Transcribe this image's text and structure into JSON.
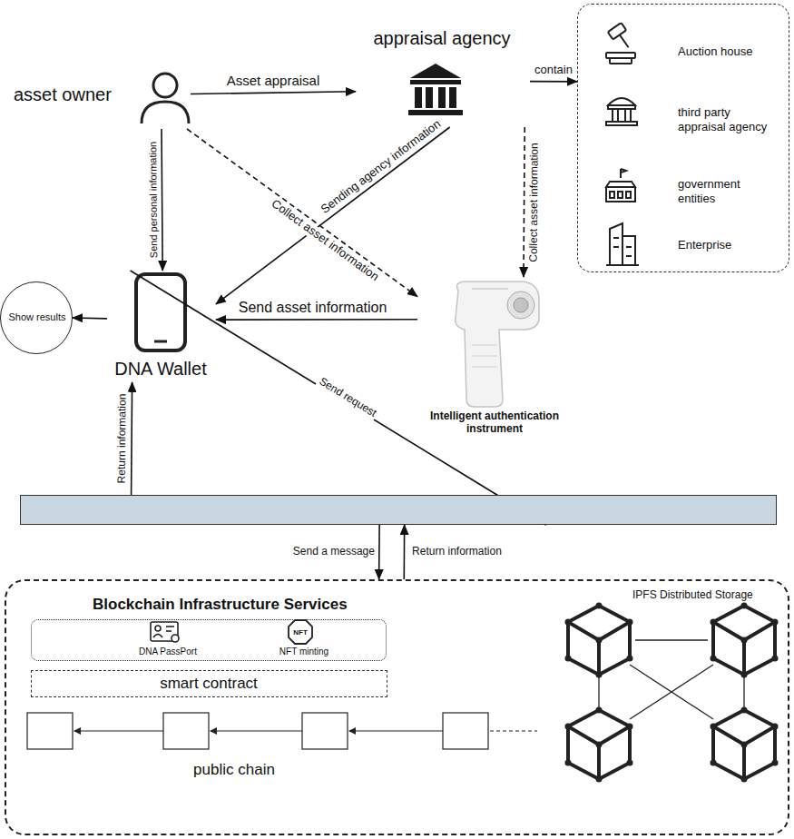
{
  "diagram": {
    "nodes": [
      {
        "text": [
          "asset owner"
        ]
      },
      {
        "text": [
          "appraisal agency"
        ]
      },
      {
        "text": []
      },
      {
        "text": [
          "Auction house"
        ],
        "in": 2
      },
      {
        "text": [
          "third party appraisal agency"
        ],
        "in": 2
      },
      {
        "text": [
          "government entities"
        ],
        "in": 2
      },
      {
        "text": [
          "Enterprise"
        ],
        "in": 2
      },
      {
        "text": [
          "DNA Wallet"
        ]
      },
      {
        "text": [
          "Show results"
        ]
      },
      {
        "text": [
          "Intelligent authentication instrument"
        ]
      },
      {
        "text": []
      },
      {
        "text": [
          "Blockchain Infrastructure Services"
        ]
      },
      {
        "text": [],
        "in": 11
      },
      {
        "text": [
          "DNA PassPort"
        ],
        "in": 12
      },
      {
        "text": [
          "NFT minting"
        ],
        "in": 12
      },
      {
        "text": [
          "smart contract"
        ],
        "in": 11
      },
      {
        "text": [
          "IPFS Distributed Storage"
        ],
        "in": 11
      }
    ],
    "edges": [
      {
        "from": 0,
        "to": 1,
        "label": "Asset appraisal",
        "arrow": "to"
      },
      {
        "from": 1,
        "to": 2,
        "label": "contain",
        "arrow": "to"
      },
      {
        "from": 0,
        "to": 7,
        "label": "Send personal information",
        "arrow": "to"
      },
      {
        "from": 1,
        "to": 7,
        "label": "Sending agency information",
        "arrow": "to"
      },
      {
        "from": 0,
        "to": 9,
        "label": "Collect asset information",
        "arrow": "to"
      },
      {
        "from": 1,
        "to": 9,
        "label": "Collect asset information",
        "arrow": "to"
      },
      {
        "from": 9,
        "to": 7,
        "label": "Send asset information",
        "arrow": "to"
      },
      {
        "from": 7,
        "to": 8,
        "arrow": "to"
      },
      {
        "from": 10,
        "to": 7,
        "label": "Return information",
        "arrow": "to"
      },
      {
        "from": 7,
        "to": 10,
        "label": "Send request",
        "arrow": "to"
      },
      {
        "from": 10,
        "to": 11,
        "label": "Send a message",
        "arrow": "to"
      },
      {
        "from": 11,
        "to": 10,
        "label": "Return information",
        "arrow": "to"
      }
    ],
    "labels": [
      "public chain",
      "NFT"
    ]
  }
}
